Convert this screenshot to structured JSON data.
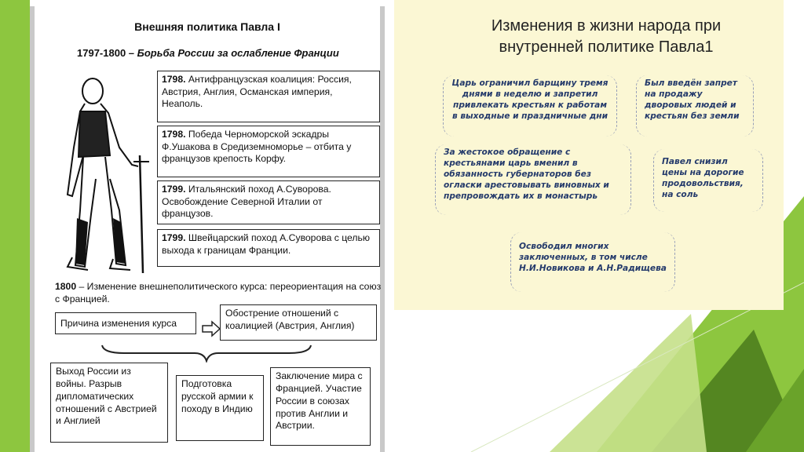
{
  "left": {
    "title": "Внешняя политика Павла I",
    "period_years": "1797-1800 –",
    "period_text": "Борьба России за ослабление Франции",
    "events": [
      {
        "year": "1798.",
        "text": "Антифранцузская коалиция: Россия, Австрия, Англия, Османская империя, Неаполь."
      },
      {
        "year": "1798.",
        "text": "Победа Черноморской эскадры Ф.Ушакова в Средиземноморье – отбита у французов крепость Корфу."
      },
      {
        "year": "1799.",
        "text": "Итальянский поход А.Суворова. Освобождение Северной Италии от французов."
      },
      {
        "year": "1799.",
        "text": "Швейцарский поход А.Суворова с целью выхода к границам Франции."
      }
    ],
    "change_year": "1800",
    "change_text": "– Изменение внешнеполитического курса: переориентация на союз с Францией.",
    "cause_label": "Причина изменения курса",
    "cause_result": "Обострение отношений с коалицией (Австрия, Англия)",
    "outcomes": [
      "Выход России из войны. Разрыв дипломатических отношений с Австрией и Англией",
      "Подготовка русской армии к походу в Индию",
      "Заключение мира с Францией. Участие России в союзах против Англии и Австрии."
    ]
  },
  "right": {
    "title": "Изменения в жизни народа при внутренней политике Павла1",
    "items": [
      "Царь ограничил барщину тремя днями в неделю и запретил привлекать крестьян к работам в выходные и праздничные дни",
      "Был введён запрет на продажу дворовых людей и крестьян без земли",
      "За жестокое обращение с крестьянами царь вменил в обязанность губернаторов без огласки арестовывать виновных и препровождать их в монастырь",
      "Павел снизил цены на дорогие продовольствия, на соль",
      "Освободил многих заключенных, в том числе Н.И.Новикова и А.Н.Радищева"
    ]
  },
  "colors": {
    "accent_green": "#8dc63f",
    "dark_green": "#4a7a1c",
    "panel_yellow": "#fbf7d4",
    "bubble_text": "#243a6b"
  }
}
